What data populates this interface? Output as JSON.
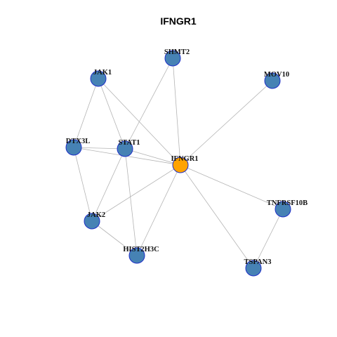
{
  "title": "IFNGR1",
  "colors": {
    "center_node": "#ffa300",
    "neighbor_node": "#4682b4",
    "node_border": "#1f2fc8",
    "edge": "#b4b4b4"
  },
  "nodes": [
    {
      "id": "IFNGR1",
      "label": "IFNGR1",
      "role": "center"
    },
    {
      "id": "SHMT2",
      "label": "SHMT2",
      "role": "neighbor"
    },
    {
      "id": "JAK1",
      "label": "JAK1",
      "role": "neighbor"
    },
    {
      "id": "MOV10",
      "label": "MOV10",
      "role": "neighbor"
    },
    {
      "id": "DTX3L",
      "label": "DTX3L",
      "role": "neighbor"
    },
    {
      "id": "STAT1",
      "label": "STAT1",
      "role": "neighbor"
    },
    {
      "id": "TNFRSF10B",
      "label": "TNFRSF10B",
      "role": "neighbor"
    },
    {
      "id": "JAK2",
      "label": "JAK2",
      "role": "neighbor"
    },
    {
      "id": "HIST2H3C",
      "label": "HIST2H3C",
      "role": "neighbor"
    },
    {
      "id": "TSPAN3",
      "label": "TSPAN3",
      "role": "neighbor"
    }
  ],
  "edges": [
    [
      "IFNGR1",
      "SHMT2"
    ],
    [
      "IFNGR1",
      "JAK1"
    ],
    [
      "IFNGR1",
      "MOV10"
    ],
    [
      "IFNGR1",
      "DTX3L"
    ],
    [
      "IFNGR1",
      "STAT1"
    ],
    [
      "IFNGR1",
      "TNFRSF10B"
    ],
    [
      "IFNGR1",
      "JAK2"
    ],
    [
      "IFNGR1",
      "HIST2H3C"
    ],
    [
      "IFNGR1",
      "TSPAN3"
    ],
    [
      "JAK1",
      "DTX3L"
    ],
    [
      "JAK1",
      "STAT1"
    ],
    [
      "SHMT2",
      "STAT1"
    ],
    [
      "DTX3L",
      "STAT1"
    ],
    [
      "DTX3L",
      "JAK2"
    ],
    [
      "STAT1",
      "JAK2"
    ],
    [
      "STAT1",
      "HIST2H3C"
    ],
    [
      "JAK2",
      "HIST2H3C"
    ],
    [
      "TNFRSF10B",
      "TSPAN3"
    ]
  ]
}
